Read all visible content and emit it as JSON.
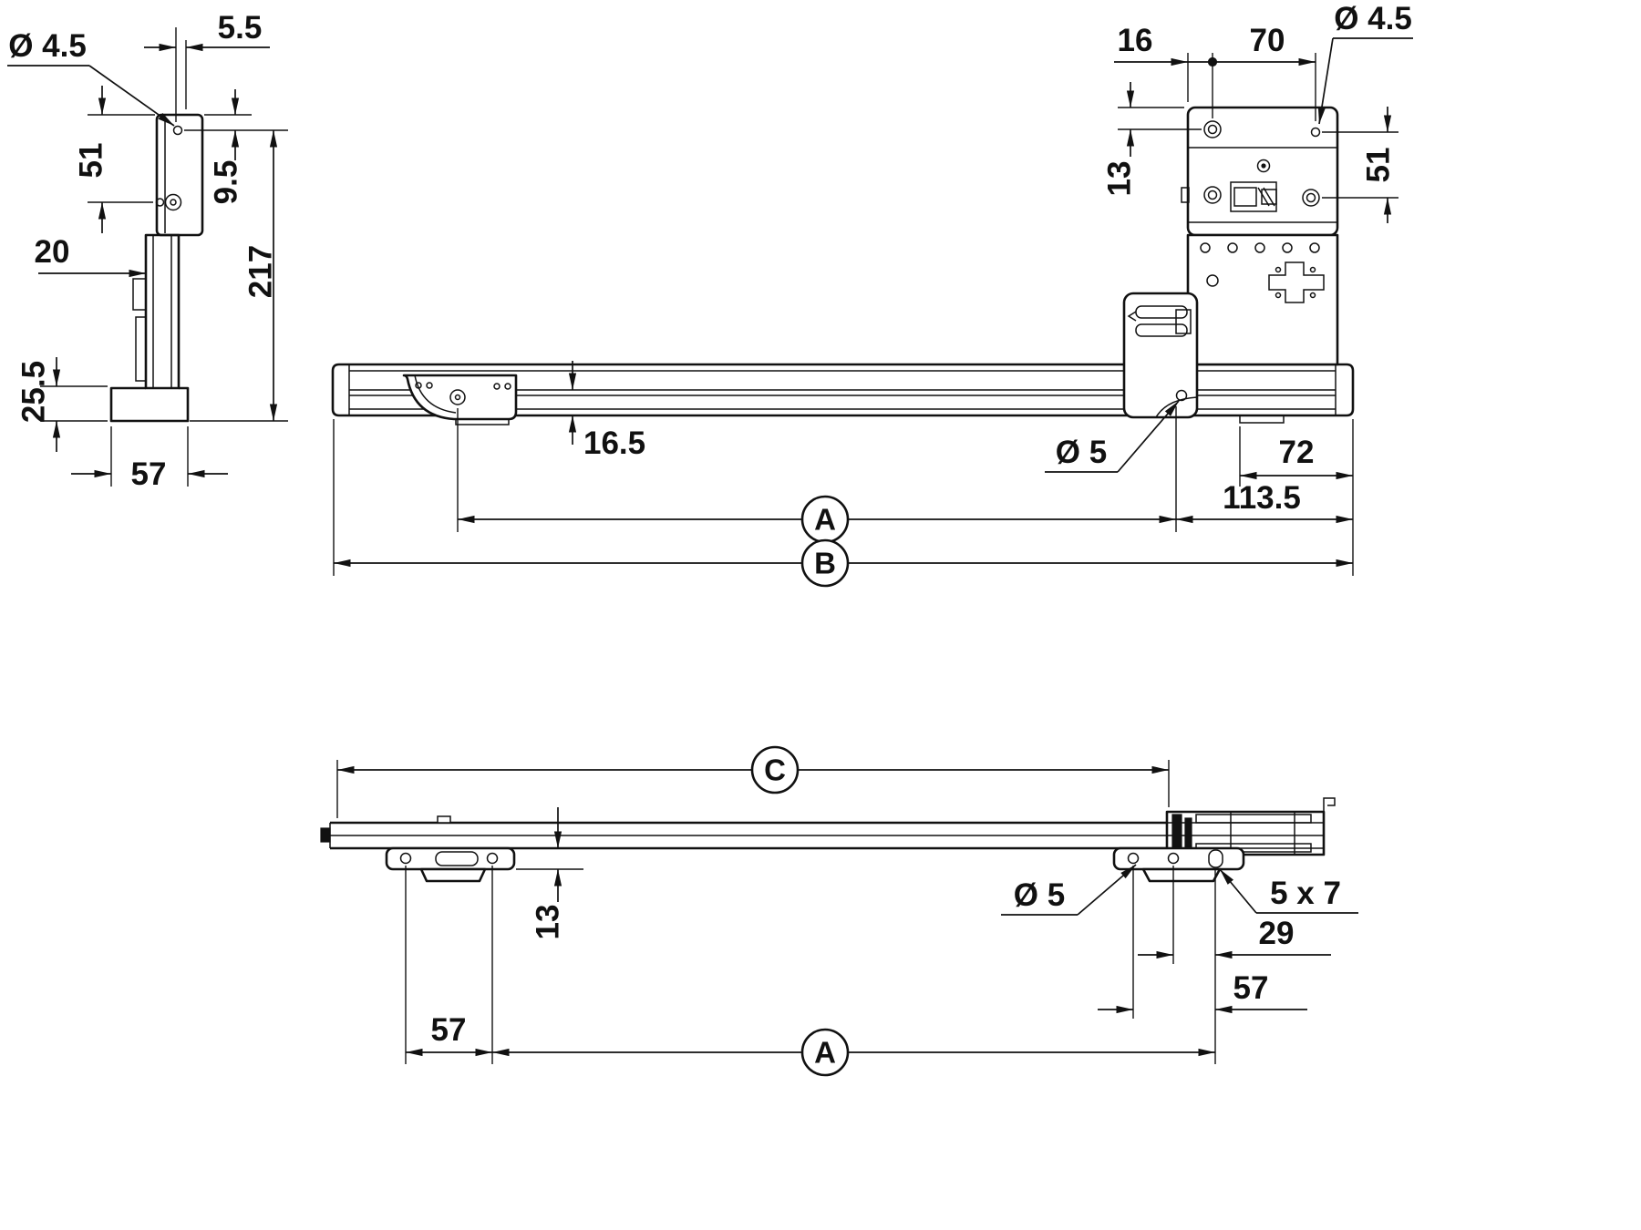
{
  "page": {
    "background_color": "#ffffff",
    "ink_color": "#111111",
    "description": "Technical dimension drawing of a drawer runner / slide with three views"
  },
  "drawing": {
    "views": {
      "end_view": {
        "dims": {
          "hole_dia": "Ø 4.5",
          "d5_5": "5.5",
          "d51": "51",
          "d9_5": "9.5",
          "d217": "217",
          "d20": "20",
          "d25_5": "25.5",
          "d57": "57"
        }
      },
      "front_view": {
        "dims": {
          "d16": "16",
          "d70": "70",
          "hole_dia_rear": "Ø 4.5",
          "d13": "13",
          "d51": "51",
          "d16_5": "16.5",
          "hole_dia_front": "Ø 5",
          "d72": "72",
          "d113_5": "113.5",
          "ref_a": "A",
          "ref_b": "B"
        }
      },
      "plan_view": {
        "dims": {
          "ref_c": "C",
          "d13": "13",
          "hole_dia": "Ø 5",
          "slot": "5 x 7",
          "d29": "29",
          "d57_rear": "57",
          "d57_front": "57",
          "ref_a": "A"
        }
      }
    }
  }
}
